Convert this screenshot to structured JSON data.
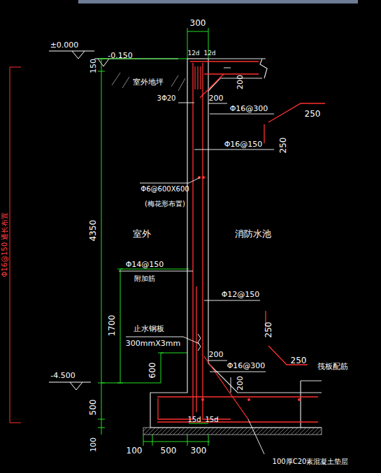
{
  "diagram": {
    "labels": [
      "300",
      "12d",
      "12d",
      "±0.000",
      "-0.150",
      "150",
      "室外地坪",
      "3Φ20",
      "200",
      "200",
      "Φ16@300",
      "250",
      "250",
      "Φ16@150",
      "Φ6@600X600",
      "(梅花形布置)",
      "室外",
      "消防水池",
      "4350",
      "Φ14@150",
      "附加筋",
      "Φ12@150",
      "1700",
      "止水钢板",
      "300mmX3mm",
      "250",
      "250",
      "200",
      "Φ16@300",
      "200",
      "600",
      "-4.500",
      "筏板配筋",
      "500",
      "15d",
      "15d",
      "100",
      "100",
      "500",
      "300",
      "100厚C20素混凝土垫层",
      "Φ16@150 通长布置"
    ]
  }
}
